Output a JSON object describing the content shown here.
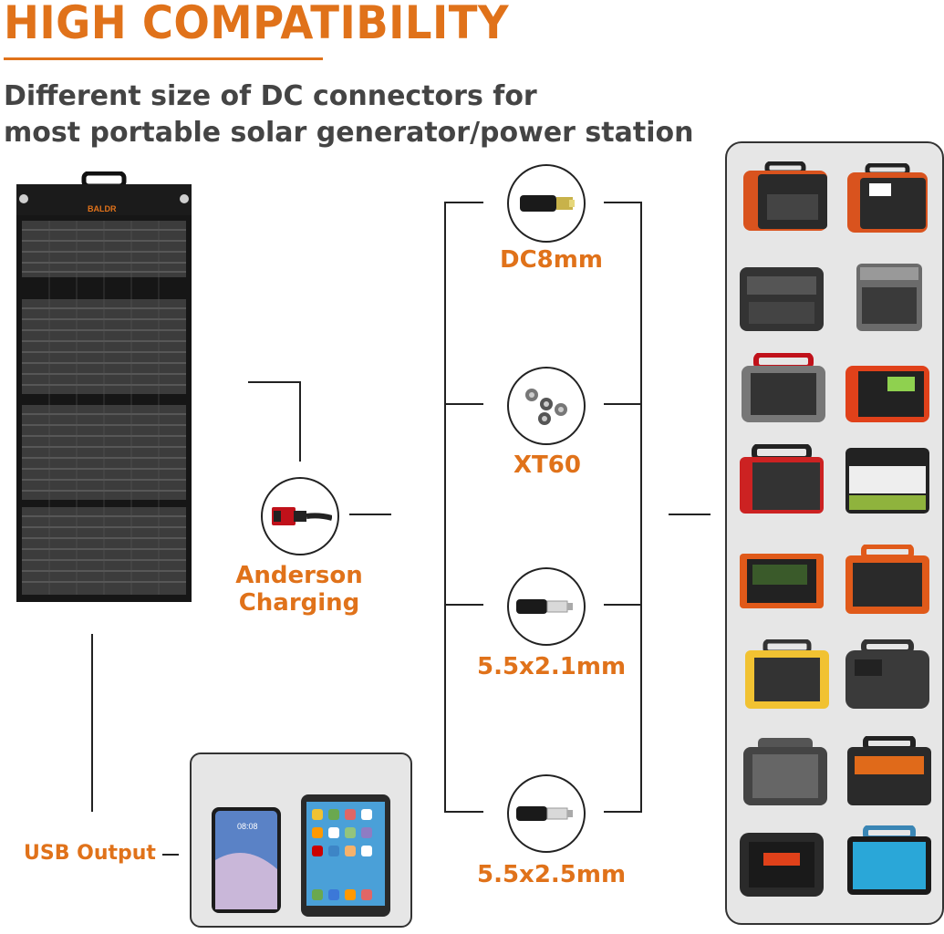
{
  "header": {
    "title": "HIGH COMPATIBILITY",
    "subtitle_line1": "Different size of DC connectors for",
    "subtitle_line2": "most portable solar generator/power station"
  },
  "panel": {
    "brand": "BALDR"
  },
  "anderson": {
    "label_line1": "Anderson",
    "label_line2": "Charging"
  },
  "connectors": [
    {
      "label": "DC8mm",
      "icon": "dc-plug-icon"
    },
    {
      "label": "XT60",
      "icon": "xt60-connectors-icon"
    },
    {
      "label": "5.5x2.1mm",
      "icon": "dc-barrel-plug-icon"
    },
    {
      "label": "5.5x2.5mm",
      "icon": "dc-barrel-plug-icon"
    }
  ],
  "usb": {
    "label": "USB Output",
    "phone_time": "08:08"
  },
  "colors": {
    "accent": "#e0721a",
    "text_dark": "#444444",
    "box_bg": "#e6e6e6"
  }
}
